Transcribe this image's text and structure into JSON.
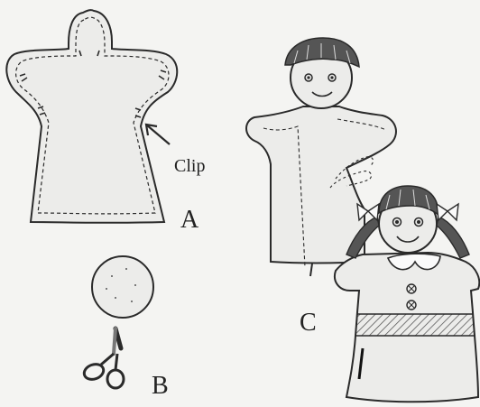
{
  "labels": {
    "a": "A",
    "b": "B",
    "c": "C",
    "clip": "Clip"
  },
  "colors": {
    "ink": "#2a2a2a",
    "paper": "#f4f4f2",
    "fabric": "#ececea",
    "hair": "#555555",
    "scissors": "#777777"
  }
}
